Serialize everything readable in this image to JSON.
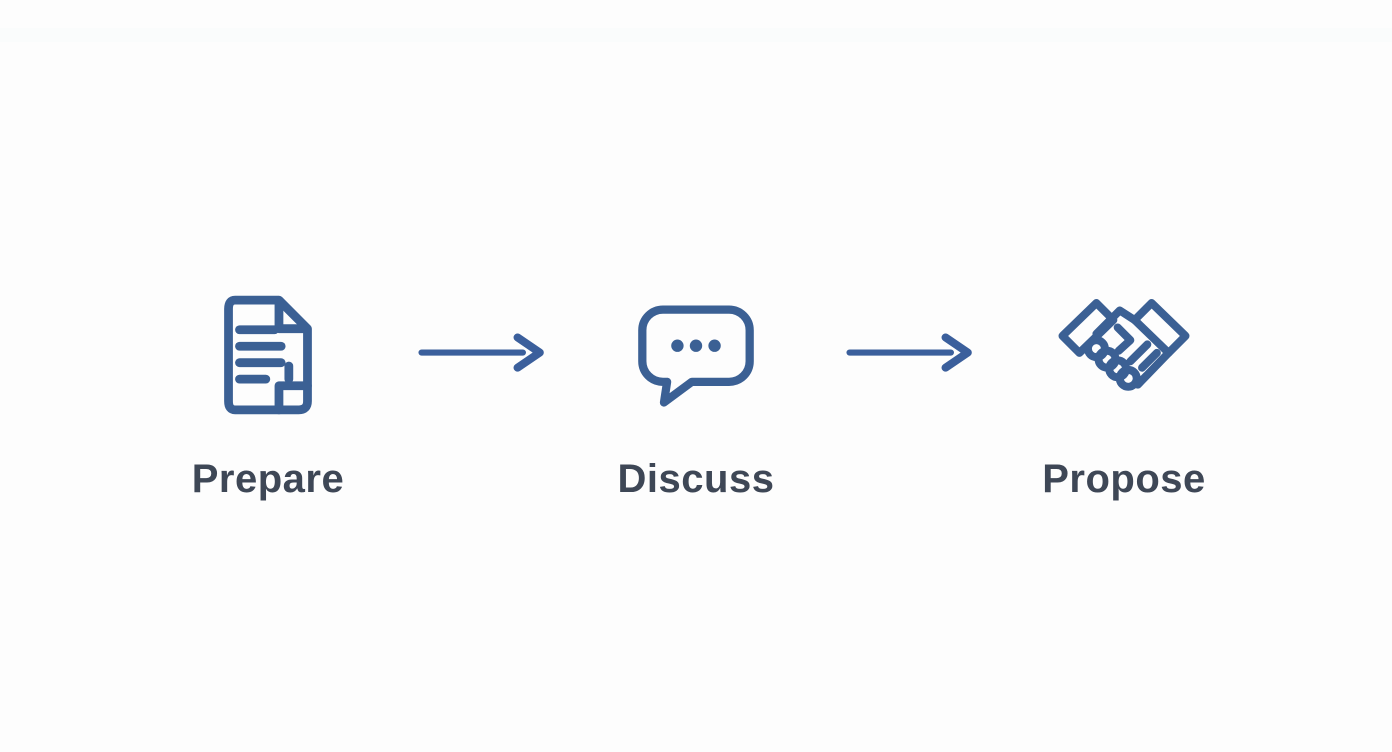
{
  "diagram": {
    "type": "process-flow",
    "direction": "left-to-right",
    "steps": [
      {
        "label": "Prepare",
        "icon": "document-icon"
      },
      {
        "label": "Discuss",
        "icon": "speech-bubble-icon"
      },
      {
        "label": "Propose",
        "icon": "handshake-icon"
      }
    ],
    "connectors": [
      {
        "icon": "arrow-right-icon",
        "from": "Prepare",
        "to": "Discuss"
      },
      {
        "icon": "arrow-right-icon",
        "from": "Discuss",
        "to": "Propose"
      }
    ]
  },
  "colors": {
    "icon_blue": "#3b6094",
    "arrow_blue": "#3b5f9c",
    "label_dark": "#3e4756",
    "background": "#fdfdfd"
  }
}
